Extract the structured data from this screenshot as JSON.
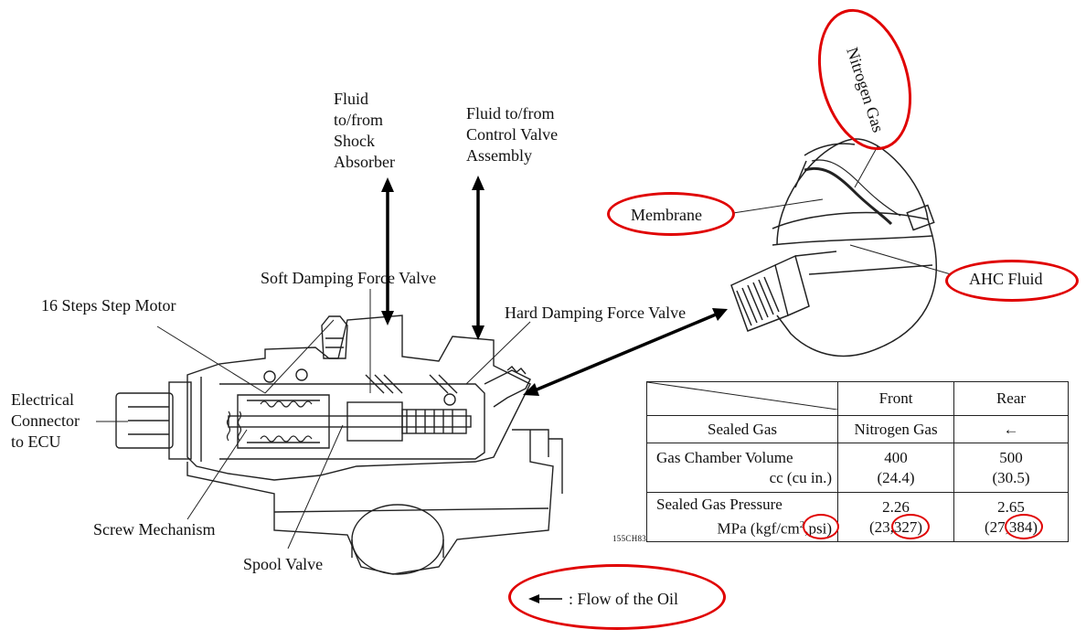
{
  "labels": {
    "fluid_shock": [
      "Fluid",
      "to/from",
      "Shock",
      "Absorber"
    ],
    "fluid_control": [
      "Fluid to/from",
      "Control Valve",
      "Assembly"
    ],
    "soft_valve": "Soft Damping Force Valve",
    "hard_valve": "Hard Damping Force Valve",
    "step_motor": "16 Steps Step Motor",
    "connector": [
      "Electrical",
      "Connector",
      "to ECU"
    ],
    "screw": "Screw Mechanism",
    "spool": "Spool Valve",
    "membrane": "Membrane",
    "nitrogen": "Nitrogen Gas",
    "ahc_fluid": "AHC Fluid",
    "flow_legend": ": Flow of the Oil",
    "flow_symbol": "←",
    "figure_code": "155CH83"
  },
  "table": {
    "headers": [
      "Front",
      "Rear"
    ],
    "rows": [
      {
        "label": "Sealed Gas",
        "front": "Nitrogen Gas",
        "rear": "←"
      },
      {
        "label": "Gas Chamber Volume",
        "unit": "cc (cu in.)",
        "front": "400",
        "front_sub": "(24.4)",
        "rear": "500",
        "rear_sub": "(30.5)"
      },
      {
        "label": "Sealed Gas Pressure",
        "unit_pre": "MPa (kgf/cm",
        "unit_sup": "2",
        "unit_sep": ",",
        "unit_hl": "psi",
        "unit_post": ")",
        "front": "2.26",
        "front_sub_pre": "(23,",
        "front_sub_hl": "327",
        "front_sub_post": ")",
        "rear": "2.65",
        "rear_sub_pre": "(27,",
        "rear_sub_hl": "384",
        "rear_sub_post": ")"
      }
    ]
  },
  "colors": {
    "highlight": "#e00000",
    "line": "#222222"
  }
}
